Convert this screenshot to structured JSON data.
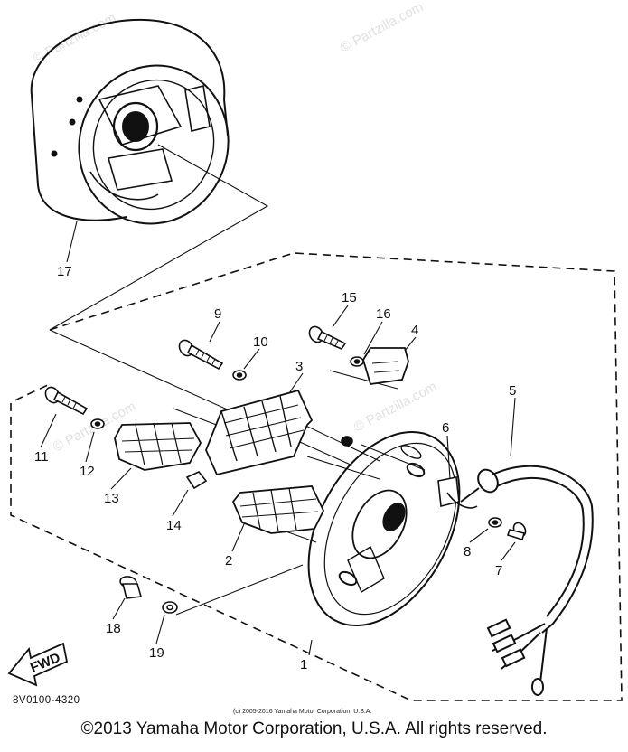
{
  "callouts": [
    "1",
    "2",
    "3",
    "4",
    "5",
    "6",
    "7",
    "8",
    "9",
    "10",
    "11",
    "12",
    "13",
    "14",
    "15",
    "16",
    "17",
    "18",
    "19"
  ],
  "fwd_label": "FWD",
  "diagram_code": "8V0100-4320",
  "small_copyright": "(c) 2005-2016 Yamaha Motor Corporation, U.S.A.",
  "watermark": "© Partzilla.com",
  "footer_copyright": "©2013 Yamaha Motor Corporation, U.S.A. All rights reserved."
}
